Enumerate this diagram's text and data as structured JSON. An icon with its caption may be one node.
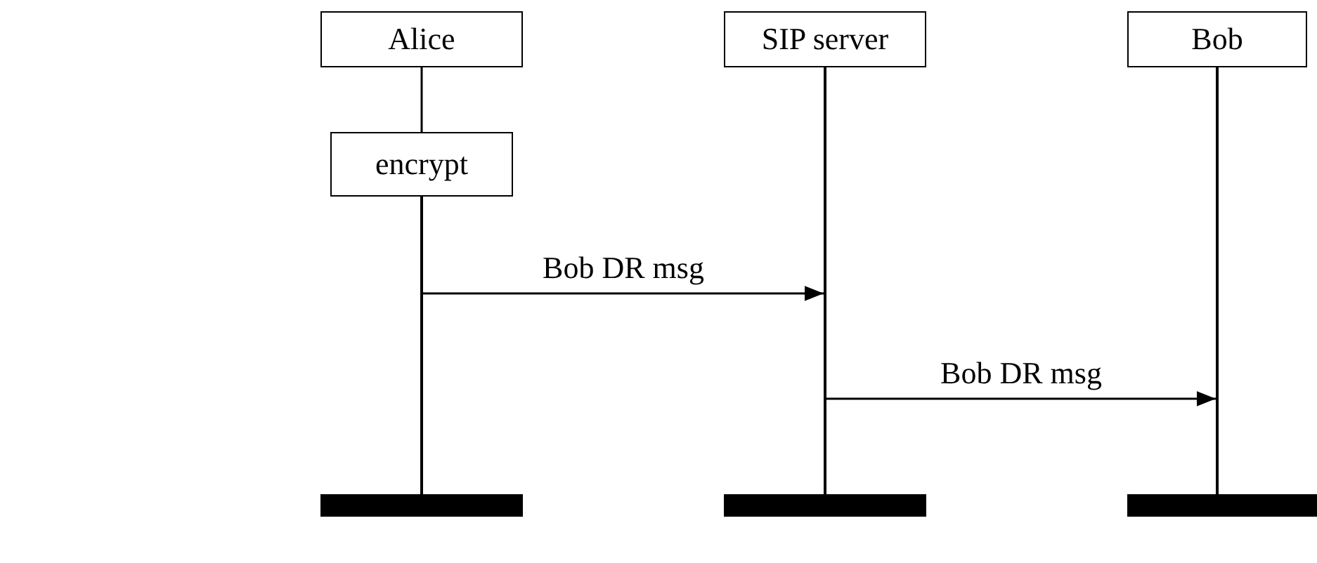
{
  "diagram": {
    "nodes": [
      {
        "text": [
          "Alice"
        ]
      },
      {
        "text": [
          "SIP server"
        ]
      },
      {
        "text": [
          "Bob"
        ]
      },
      {
        "text": [
          "encrypt"
        ]
      },
      {
        "text": [],
        "shape": "line"
      },
      {
        "text": [],
        "shape": "line"
      },
      {
        "text": [],
        "shape": "line"
      },
      {
        "text": [],
        "shape": "bar"
      },
      {
        "text": [],
        "shape": "bar"
      },
      {
        "text": [],
        "shape": "bar"
      }
    ],
    "edges": [
      {
        "from": 0,
        "to": 3,
        "arrow": "none"
      },
      {
        "from": 4,
        "to": 5,
        "arrow": "to",
        "label": "Bob DR msg"
      },
      {
        "from": 5,
        "to": 6,
        "arrow": "to",
        "label": "Bob DR msg"
      }
    ]
  }
}
